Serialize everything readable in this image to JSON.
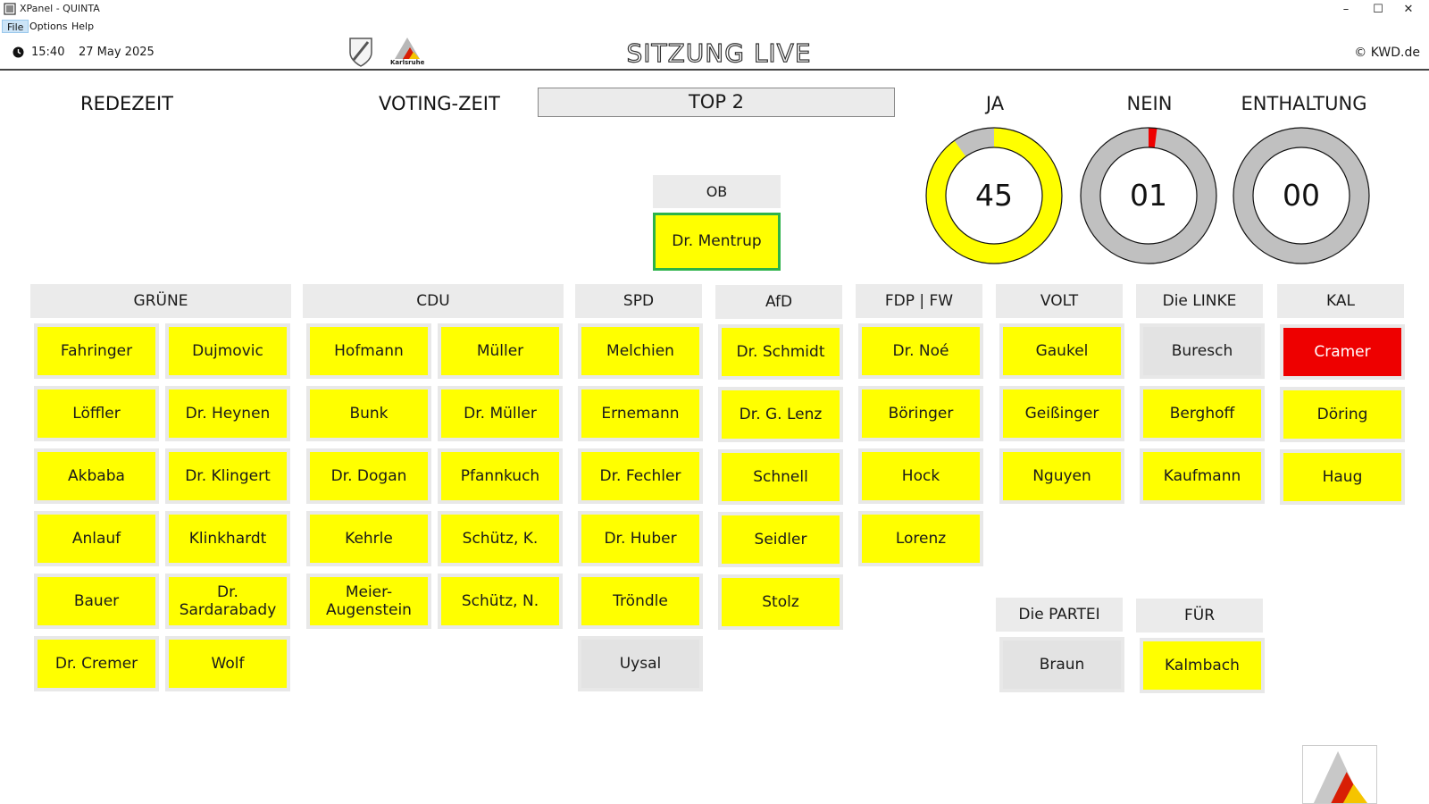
{
  "window": {
    "title": "XPanel - QUINTA",
    "minimize": "–",
    "maximize": "☐",
    "close": "✕"
  },
  "menu": {
    "file": "File",
    "options": "Options",
    "help": "Help"
  },
  "header": {
    "time": "15:40",
    "date": "27 May 2025",
    "title": "SITZUNG LIVE",
    "city_logo_text": "Karlsruhe",
    "copyright": "© KWD.de"
  },
  "top": {
    "redezeit": "REDEZEIT",
    "voting_zeit": "VOTING-ZEIT",
    "agenda_item": "TOP 2"
  },
  "votes": {
    "ja": {
      "label": "JA",
      "value": "45",
      "fraction": 0.9,
      "color": "#ffff00"
    },
    "nein": {
      "label": "NEIN",
      "value": "01",
      "fraction": 0.02,
      "color": "#ee0000"
    },
    "enthaltung": {
      "label": "ENTHALTUNG",
      "value": "00",
      "fraction": 0,
      "color": "#c8c8c8"
    }
  },
  "colors": {
    "yes": "#ffff00",
    "no": "#ee0000",
    "none": "#e3e3e3",
    "ring_bg": "#c0c0c0",
    "ob_border": "#2db34a"
  },
  "ob": {
    "label": "OB",
    "name": "Dr. Mentrup"
  },
  "parties": [
    {
      "name": "GRÜNE",
      "members": [
        {
          "name": "Fahringer",
          "vote": "yes"
        },
        {
          "name": "Dujmovic",
          "vote": "yes"
        },
        {
          "name": "Löffler",
          "vote": "yes"
        },
        {
          "name": "Dr. Heynen",
          "vote": "yes"
        },
        {
          "name": "Akbaba",
          "vote": "yes"
        },
        {
          "name": "Dr. Klingert",
          "vote": "yes"
        },
        {
          "name": "Anlauf",
          "vote": "yes"
        },
        {
          "name": "Klinkhardt",
          "vote": "yes"
        },
        {
          "name": "Bauer",
          "vote": "yes"
        },
        {
          "name": "Dr. Sardarabady",
          "vote": "yes"
        },
        {
          "name": "Dr. Cremer",
          "vote": "yes"
        },
        {
          "name": "Wolf",
          "vote": "yes"
        }
      ]
    },
    {
      "name": "CDU",
      "members": [
        {
          "name": "Hofmann",
          "vote": "yes"
        },
        {
          "name": "Müller",
          "vote": "yes"
        },
        {
          "name": "Bunk",
          "vote": "yes"
        },
        {
          "name": "Dr. Müller",
          "vote": "yes"
        },
        {
          "name": "Dr. Dogan",
          "vote": "yes"
        },
        {
          "name": "Pfannkuch",
          "vote": "yes"
        },
        {
          "name": "Kehrle",
          "vote": "yes"
        },
        {
          "name": "Schütz, K.",
          "vote": "yes"
        },
        {
          "name": "Meier-Augenstein",
          "vote": "yes"
        },
        {
          "name": "Schütz, N.",
          "vote": "yes"
        }
      ]
    },
    {
      "name": "SPD",
      "members": [
        {
          "name": "Melchien",
          "vote": "yes"
        },
        {
          "name": "Ernemann",
          "vote": "yes"
        },
        {
          "name": "Dr. Fechler",
          "vote": "yes"
        },
        {
          "name": "Dr. Huber",
          "vote": "yes"
        },
        {
          "name": "Tröndle",
          "vote": "yes"
        },
        {
          "name": "Uysal",
          "vote": "none"
        }
      ]
    },
    {
      "name": "AfD",
      "members": [
        {
          "name": "Dr. Schmidt",
          "vote": "yes"
        },
        {
          "name": "Dr. G. Lenz",
          "vote": "yes"
        },
        {
          "name": "Schnell",
          "vote": "yes"
        },
        {
          "name": "Seidler",
          "vote": "yes"
        },
        {
          "name": "Stolz",
          "vote": "yes"
        }
      ]
    },
    {
      "name": "FDP | FW",
      "members": [
        {
          "name": "Dr. Noé",
          "vote": "yes"
        },
        {
          "name": "Böringer",
          "vote": "yes"
        },
        {
          "name": "Hock",
          "vote": "yes"
        },
        {
          "name": "Lorenz",
          "vote": "yes"
        }
      ]
    },
    {
      "name": "VOLT",
      "members": [
        {
          "name": "Gaukel",
          "vote": "yes"
        },
        {
          "name": "Geißinger",
          "vote": "yes"
        },
        {
          "name": "Nguyen",
          "vote": "yes"
        }
      ]
    },
    {
      "name": "Die LINKE",
      "members": [
        {
          "name": "Buresch",
          "vote": "none"
        },
        {
          "name": "Berghoff",
          "vote": "yes"
        },
        {
          "name": "Kaufmann",
          "vote": "yes"
        }
      ]
    },
    {
      "name": "KAL",
      "members": [
        {
          "name": "Cramer",
          "vote": "no"
        },
        {
          "name": "Döring",
          "vote": "yes"
        },
        {
          "name": "Haug",
          "vote": "yes"
        }
      ]
    },
    {
      "name": "Die PARTEI",
      "members": [
        {
          "name": "Braun",
          "vote": "none"
        }
      ]
    },
    {
      "name": "FÜR",
      "members": [
        {
          "name": "Kalmbach",
          "vote": "yes"
        }
      ]
    }
  ]
}
